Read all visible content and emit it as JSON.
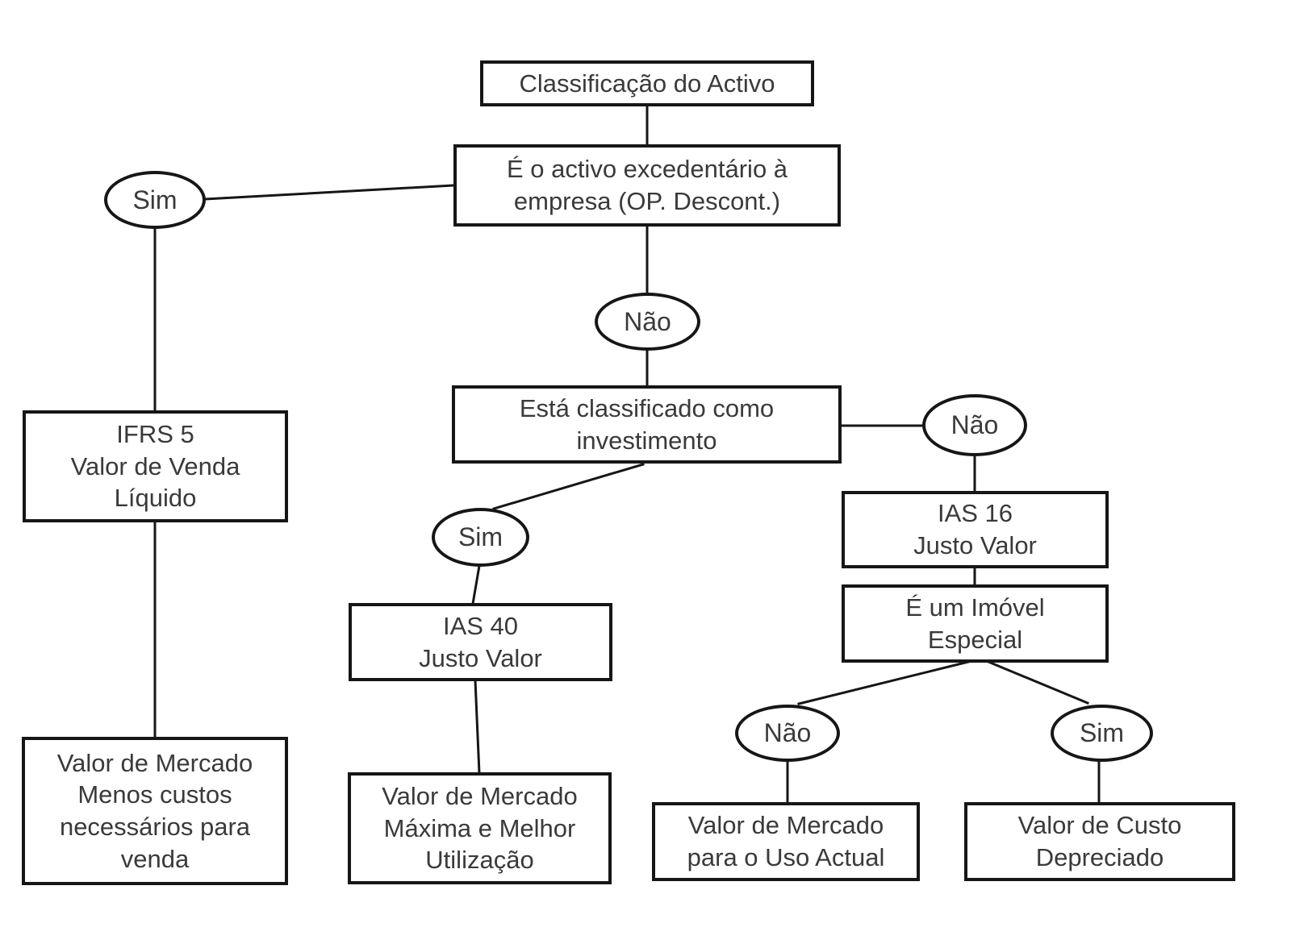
{
  "diagram": {
    "language": "pt",
    "topic": "Classificação do Activo — fluxograma de mensuração (IFRS 5, IAS 40, IAS 16)"
  },
  "nodes": {
    "classificacao": {
      "lines": [
        "Classificação do Activo"
      ]
    },
    "excedentario": {
      "lines": [
        "É o activo excedentário à",
        "empresa (OP. Descont.)"
      ]
    },
    "investimento": {
      "lines": [
        "Está classificado como",
        "investimento"
      ]
    },
    "ifrs5": {
      "lines": [
        "IFRS 5",
        "Valor de Venda",
        "Líquido"
      ]
    },
    "ias40": {
      "lines": [
        "IAS 40",
        "Justo Valor"
      ]
    },
    "ias16": {
      "lines": [
        "IAS 16",
        "Justo Valor"
      ]
    },
    "imovel": {
      "lines": [
        "É um Imóvel",
        "Especial"
      ]
    },
    "mercado_venda": {
      "lines": [
        "Valor de Mercado",
        "Menos custos",
        "necessários para",
        "venda"
      ]
    },
    "mercado_melhor": {
      "lines": [
        "Valor de Mercado",
        "Máxima e Melhor",
        "Utilização"
      ]
    },
    "uso_actual": {
      "lines": [
        "Valor de Mercado",
        "para o Uso Actual"
      ]
    },
    "custo_depreciado": {
      "lines": [
        "Valor de Custo",
        "Depreciado"
      ]
    }
  },
  "decisions": {
    "sim_left": "Sim",
    "nao_top": "Não",
    "nao_right": "Não",
    "sim_mid": "Sim",
    "nao_bottom": "Não",
    "sim_bottom": "Sim"
  },
  "colors": {
    "line": "#161616",
    "text": "#3a3a3a",
    "background": "#ffffff"
  }
}
